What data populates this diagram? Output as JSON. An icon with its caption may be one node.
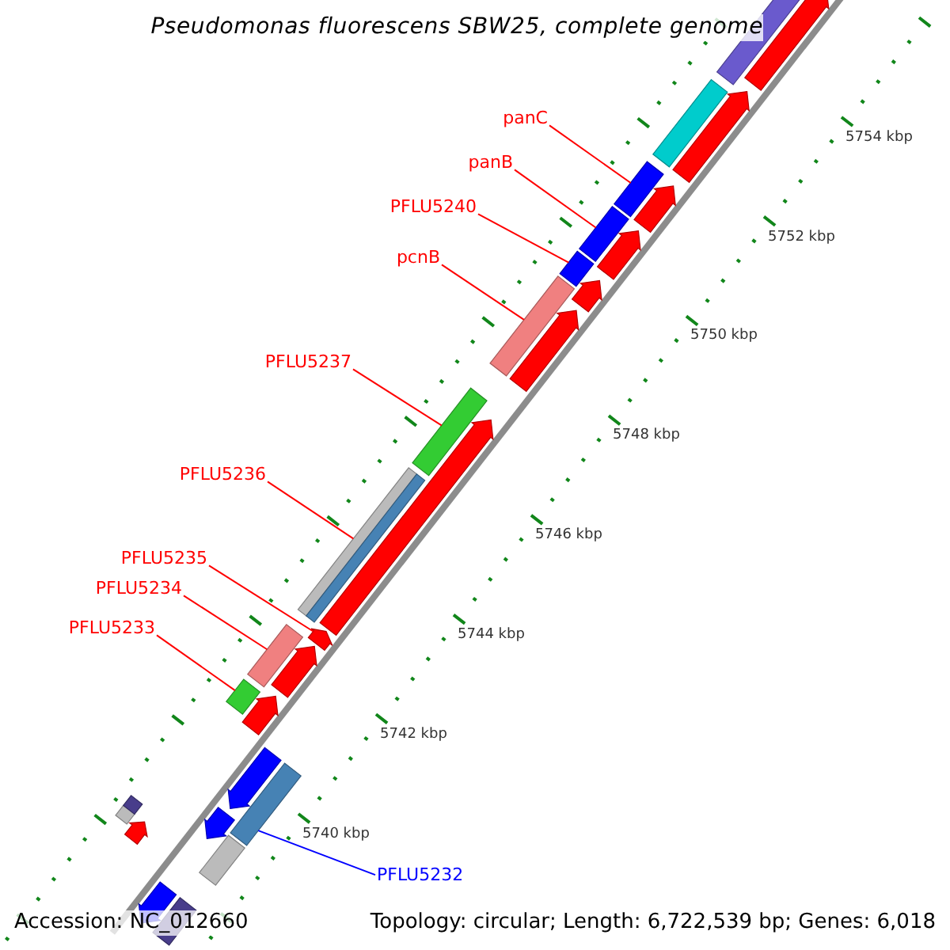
{
  "diagram": {
    "title": "Pseudomonas fluorescens SBW25, complete genome",
    "nodes": [
      {
        "text": [
          "panC"
        ]
      },
      {
        "text": [
          "panB"
        ]
      },
      {
        "text": [
          "PFLU5240"
        ]
      },
      {
        "text": [
          "pcnB"
        ]
      },
      {
        "text": [
          "PFLU5237"
        ]
      },
      {
        "text": [
          "PFLU5236"
        ]
      },
      {
        "text": [
          "PFLU5235"
        ]
      },
      {
        "text": [
          "PFLU5234"
        ]
      },
      {
        "text": [
          "PFLU5233"
        ]
      },
      {
        "text": [
          "PFLU5232"
        ]
      },
      {
        "text": [],
        "shape": "arrow"
      },
      {
        "text": [],
        "shape": "bar"
      },
      {
        "text": [],
        "shape": "arrow"
      },
      {
        "text": [],
        "shape": "bar"
      },
      {
        "text": [],
        "shape": "bar"
      },
      {
        "text": [],
        "shape": "arrow"
      },
      {
        "text": [],
        "shape": "bar"
      },
      {
        "text": [],
        "shape": "arrow"
      },
      {
        "text": [],
        "shape": "bar"
      },
      {
        "text": [],
        "shape": "arrow"
      },
      {
        "text": [],
        "shape": "bar"
      },
      {
        "text": [],
        "shape": "arrow"
      },
      {
        "text": [],
        "shape": "bar"
      },
      {
        "text": [],
        "shape": "arrow"
      },
      {
        "text": [],
        "shape": "bar"
      },
      {
        "text": [],
        "shape": "arrow"
      },
      {
        "text": [],
        "shape": "bar"
      },
      {
        "text": [],
        "shape": "arrow"
      },
      {
        "text": [],
        "shape": "bar"
      },
      {
        "text": [],
        "shape": "arrow"
      },
      {
        "text": [],
        "shape": "arrow"
      },
      {
        "text": [],
        "shape": "bar"
      },
      {
        "text": [],
        "shape": "arrow"
      },
      {
        "text": [],
        "shape": "bar"
      },
      {
        "text": [],
        "shape": "bar"
      },
      {
        "text": [],
        "shape": "arrow"
      },
      {
        "text": [],
        "shape": "arrow"
      },
      {
        "text": [],
        "shape": "bar"
      }
    ],
    "edges": [
      {
        "from": 0,
        "to": 14,
        "arrow": "none"
      },
      {
        "from": 1,
        "to": 16,
        "arrow": "none"
      },
      {
        "from": 2,
        "to": 18,
        "arrow": "none"
      },
      {
        "from": 3,
        "to": 20,
        "arrow": "none"
      },
      {
        "from": 4,
        "to": 22,
        "arrow": "none"
      },
      {
        "from": 5,
        "to": 24,
        "arrow": "none"
      },
      {
        "from": 6,
        "to": 25,
        "arrow": "none"
      },
      {
        "from": 7,
        "to": 26,
        "arrow": "none"
      },
      {
        "from": 8,
        "to": 28,
        "arrow": "none"
      },
      {
        "from": 9,
        "to": 31,
        "arrow": "none",
        "color": "#0000ff"
      }
    ],
    "labels": [
      "5754 kbp",
      "5752 kbp",
      "5750 kbp",
      "5748 kbp",
      "5746 kbp",
      "5744 kbp",
      "5742 kbp",
      "5740 kbp",
      "Accession: NC_012660",
      "Topology: circular; Length: 6,722,539 bp; Genes: 6,018"
    ]
  }
}
